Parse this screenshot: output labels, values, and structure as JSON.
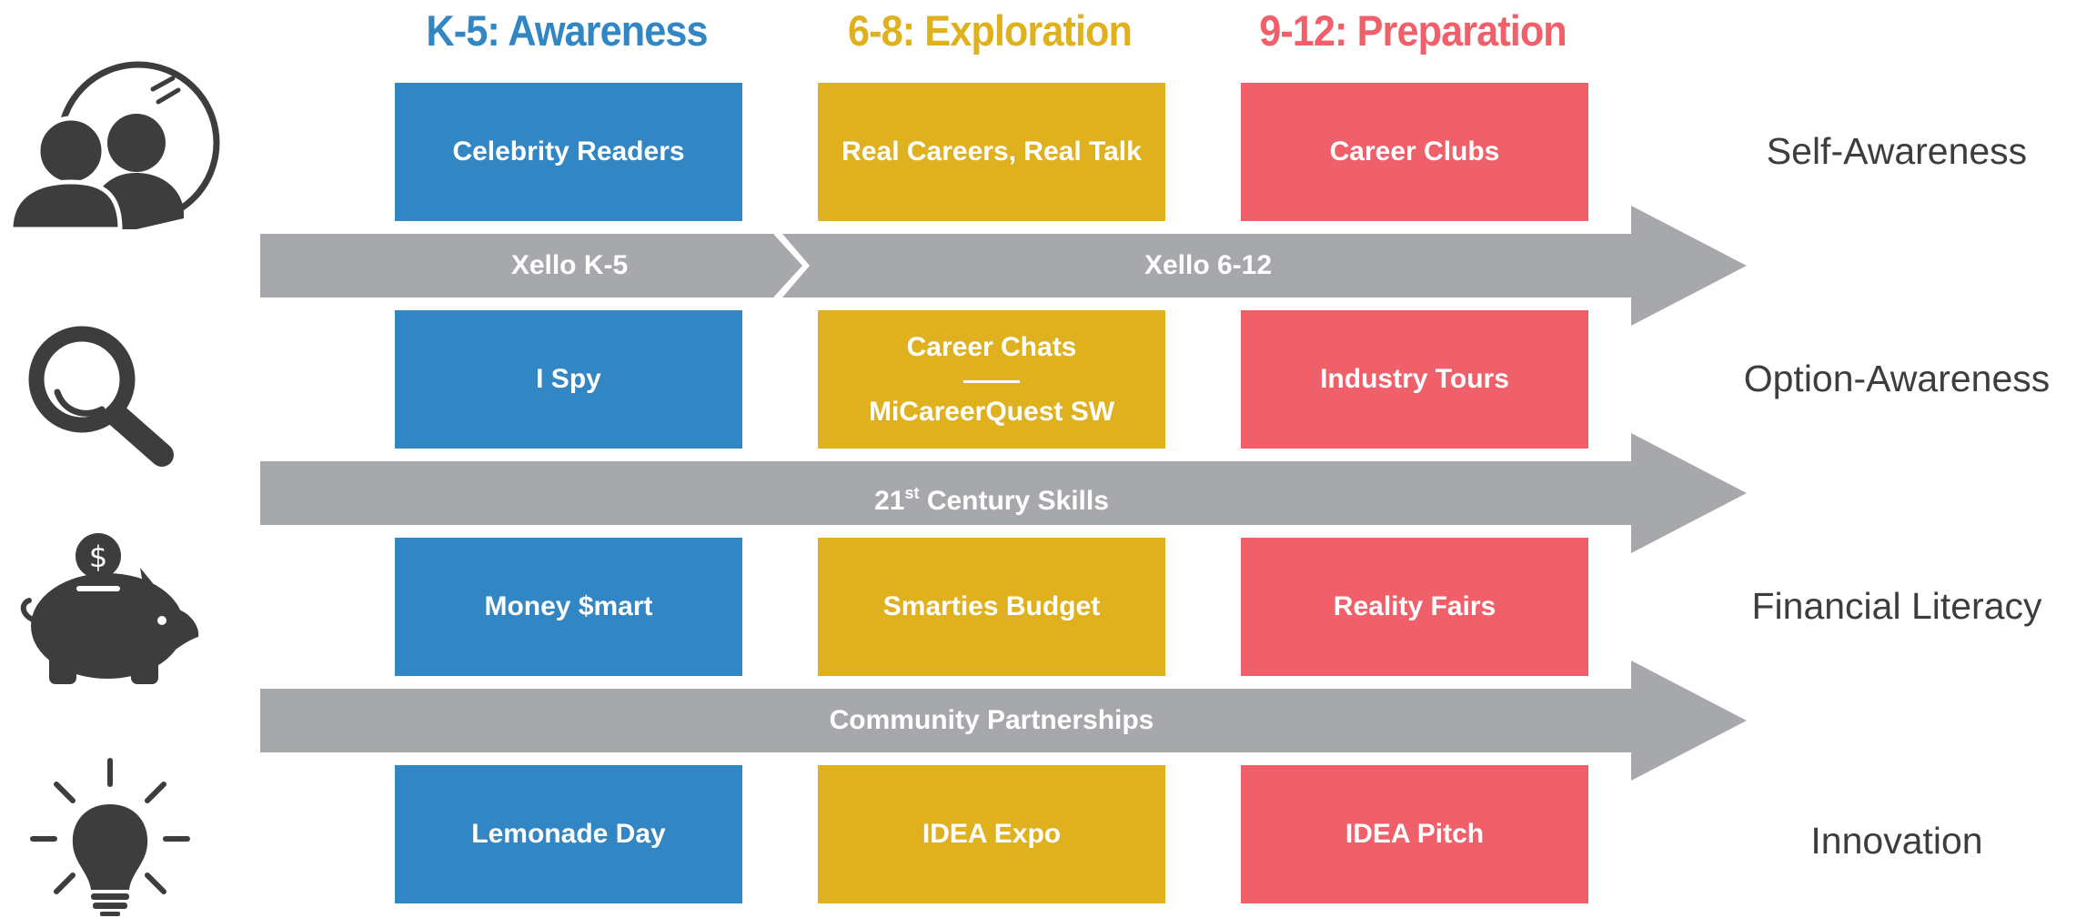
{
  "columns": [
    {
      "label": "K-5: Awareness",
      "color": "#3386c4"
    },
    {
      "label": "6-8: Exploration",
      "color": "#e0b11f"
    },
    {
      "label": "9-12: Preparation",
      "color": "#f0606a"
    }
  ],
  "rows": [
    {
      "theme": "Self-Awareness",
      "icon": "people-mirror-icon",
      "cells": [
        "Celebrity Readers",
        "Real Careers, Real Talk",
        "Career Clubs"
      ]
    },
    {
      "theme": "Option-Awareness",
      "icon": "magnifying-glass-icon",
      "cells": [
        "I Spy",
        [
          "Career Chats",
          "MiCareerQuest SW"
        ],
        "Industry Tours"
      ]
    },
    {
      "theme": "Financial Literacy",
      "icon": "piggy-bank-icon",
      "cells": [
        "Money $mart",
        "Smarties Budget",
        "Reality Fairs"
      ]
    },
    {
      "theme": "Innovation",
      "icon": "lightbulb-icon",
      "cells": [
        "Lemonade Day",
        "IDEA Expo",
        "IDEA Pitch"
      ]
    }
  ],
  "arrows": {
    "xello_k5": "Xello K-5",
    "xello_612": "Xello 6-12",
    "skills_number": "21",
    "skills_sup": "st",
    "skills_rest": " Century Skills",
    "community": "Community Partnerships"
  },
  "colors": {
    "arrow": "#a7a8ab",
    "icon": "#3d3d3d",
    "text": "#3d3d3d"
  }
}
